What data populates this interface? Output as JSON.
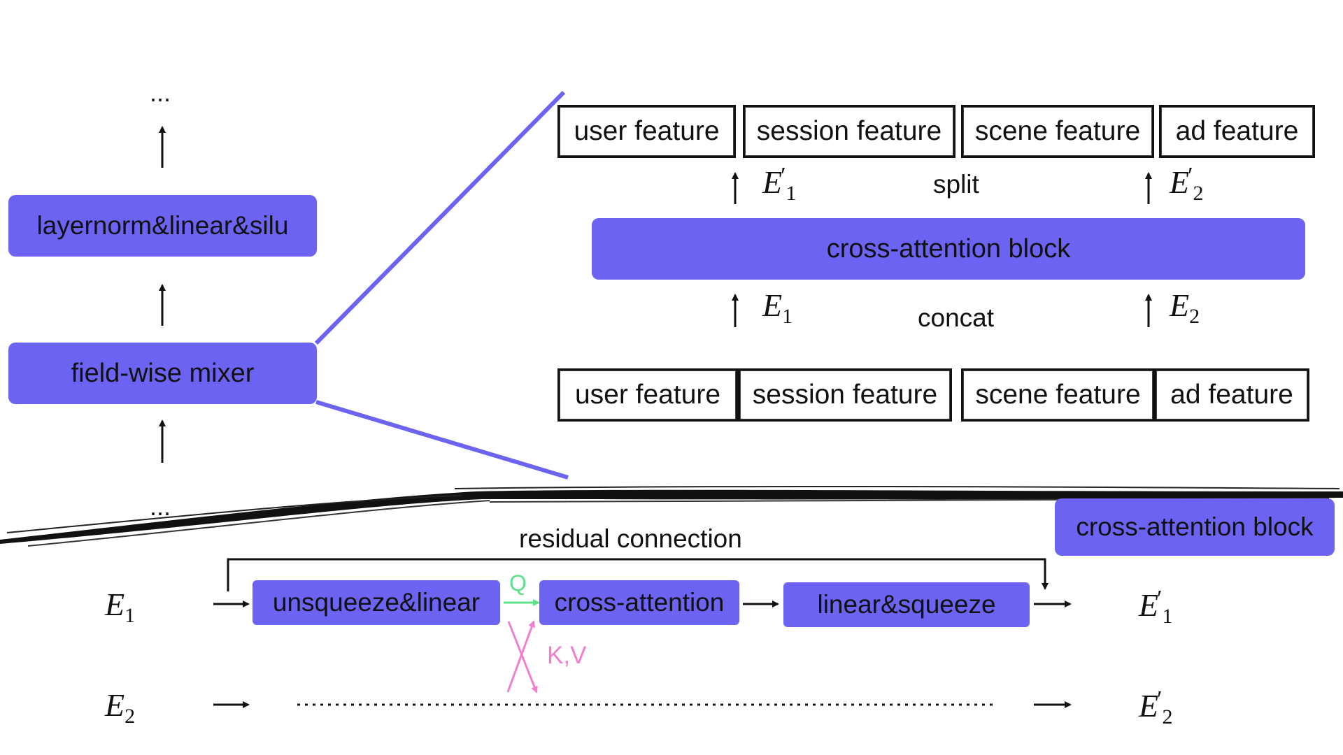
{
  "left_stack": {
    "top_ellipsis": "...",
    "layernorm_label": "layernorm&linear&silu",
    "mixer_label": "field-wise mixer",
    "bottom_ellipsis": "..."
  },
  "zoom": {
    "top_features": [
      "user feature",
      "session feature",
      "scene feature",
      "ad feature"
    ],
    "split_label": "split",
    "block_label": "cross-attention block",
    "concat_label": "concat",
    "bottom_features": [
      "user feature",
      "session feature",
      "scene feature",
      "ad feature"
    ],
    "e1_out": {
      "base": "E",
      "sub": "1",
      "prime": "′"
    },
    "e2_out": {
      "base": "E",
      "sub": "2",
      "prime": "′"
    },
    "e1_in": {
      "base": "E",
      "sub": "1"
    },
    "e2_in": {
      "base": "E",
      "sub": "2"
    }
  },
  "detail": {
    "title": "cross-attention block",
    "residual_label": "residual connection",
    "q_label": "Q",
    "kv_label": "K,V",
    "stage1": "unsqueeze&linear",
    "stage2": "cross-attention",
    "stage3": "linear&squeeze",
    "e1_in": {
      "base": "E",
      "sub": "1"
    },
    "e2_in": {
      "base": "E",
      "sub": "2"
    },
    "e1_out": {
      "base": "E",
      "sub": "1",
      "prime": "′"
    },
    "e2_out": {
      "base": "E",
      "sub": "2",
      "prime": "′"
    }
  },
  "colors": {
    "block_fill": "#6c63f2",
    "connector": "#6c63f2",
    "q_arrow": "#5de08a",
    "kv_arrow": "#f07fd0"
  }
}
